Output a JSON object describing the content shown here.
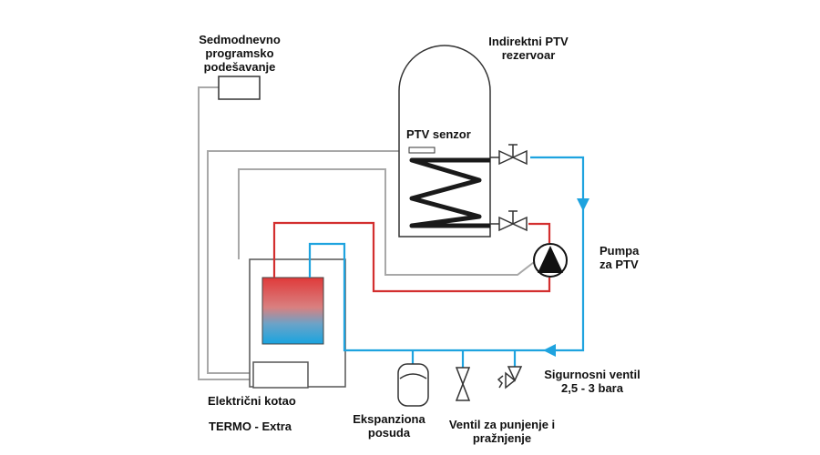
{
  "labels": {
    "programmer": [
      "Sedmodnevno",
      "programsko",
      "podešavanje"
    ],
    "tank": [
      "Indirektni PTV",
      "rezervoar"
    ],
    "sensor": "PTV senzor",
    "pump": [
      "Pumpa",
      "za PTV"
    ],
    "safety_valve": [
      "Sigurnosni ventil",
      "2,5 - 3 bara"
    ],
    "boiler": "Električni kotao",
    "model": "TERMO - Extra",
    "expansion": [
      "Ekspanziona",
      "posuda"
    ],
    "fill_valve": [
      "Ventil za punjenje i",
      "pražnjenje"
    ]
  },
  "colors": {
    "hot_line": "#d32f2f",
    "cold_line": "#1ea3df",
    "control_line": "#a8a8a8",
    "outline": "#333333",
    "coil": "#1a1a1a"
  }
}
